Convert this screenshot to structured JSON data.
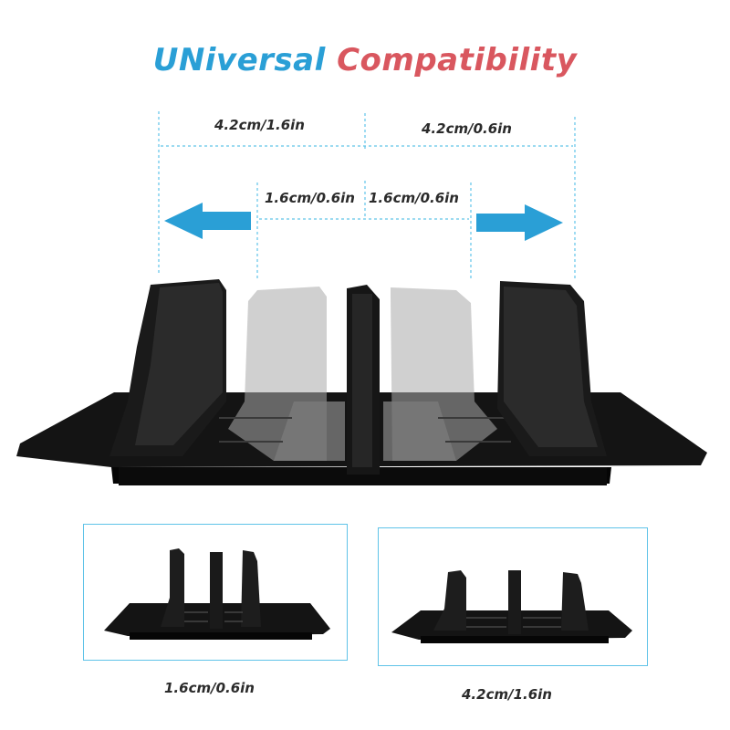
{
  "title": {
    "word1": "UNiversal",
    "word2": "Compatibility"
  },
  "colors": {
    "title_blue": "#2a9fd6",
    "title_red": "#d9575f",
    "dimension_line": "#5fc3e8",
    "arrow": "#2a9fd6"
  },
  "dimensions": {
    "outer_left": "4.2cm/1.6in",
    "outer_right": "4.2cm/0.6in",
    "inner_left": "1.6cm/0.6in",
    "inner_right": "1.6cm/0.6in"
  },
  "icons": {
    "left": "arrow-left-icon",
    "right": "arrow-right-icon"
  },
  "panels": [
    {
      "caption": "1.6cm/0.6in"
    },
    {
      "caption": "4.2cm/1.6in"
    }
  ]
}
